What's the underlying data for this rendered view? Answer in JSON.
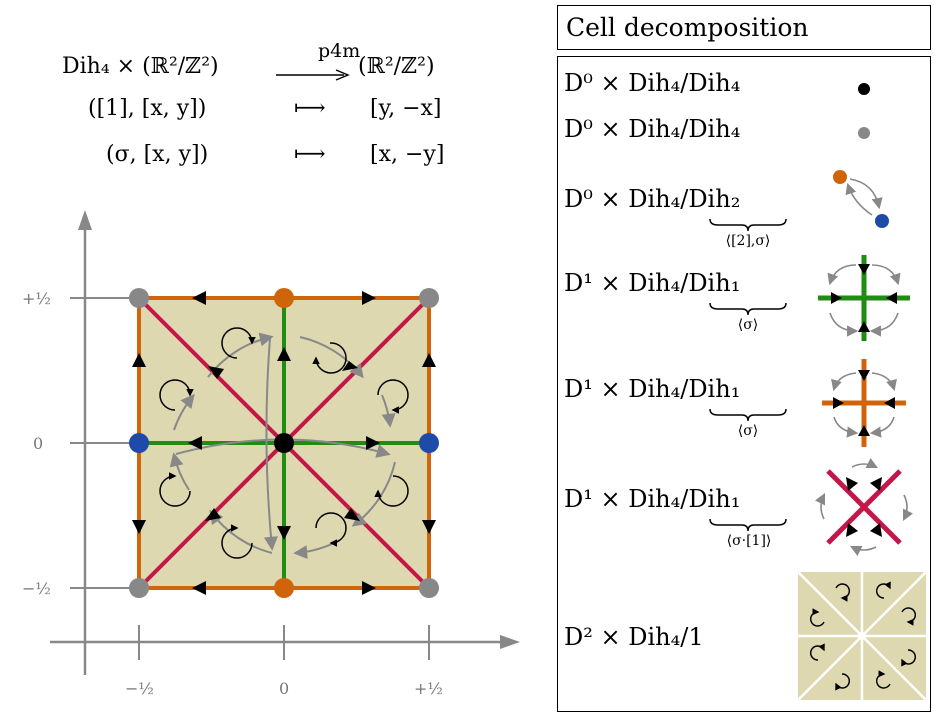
{
  "formula": {
    "row1_left": "Dih₄ × (ℝ²/ℤ²)",
    "row1_arrow_label": "p4m",
    "row1_right": "(ℝ²/ℤ²)",
    "row2_left": "([1], [x, y])",
    "row2_map": "⟼",
    "row2_right": "[y, −x]",
    "row3_left": "(σ, [x, y])",
    "row3_map": "⟼",
    "row3_right": "[x, −y]"
  },
  "axes": {
    "y_ticks": [
      "+½",
      "0",
      "−½"
    ],
    "x_ticks": [
      "−½",
      "0",
      "+½"
    ]
  },
  "colors": {
    "square_fill": "#ddd8b0",
    "orange": "#d0640a",
    "green": "#1f8c12",
    "red": "#c41648",
    "blue": "#1f4aa8",
    "gray": "#888888",
    "black": "#000000"
  },
  "table": {
    "title": "Cell decomposition",
    "rows": [
      {
        "label": "D⁰ × Dih₄/Dih₄",
        "cell": "0",
        "dot_color": "black"
      },
      {
        "label": "D⁰ × Dih₄/Dih₄",
        "cell": "0",
        "dot_color": "gray"
      },
      {
        "label": "D⁰ × Dih₄/Dih₂",
        "cell": "0",
        "brace_sub": "⟨[2],σ⟩"
      },
      {
        "label": "D¹ × Dih₄/Dih₁",
        "cell": "1",
        "brace_sub": "⟨σ⟩"
      },
      {
        "label": "D¹ × Dih₄/Dih₁",
        "cell": "1",
        "brace_sub": "⟨σ⟩"
      },
      {
        "label": "D¹ × Dih₄/Dih₁",
        "cell": "1",
        "brace_sub": "⟨σ·[1]⟩"
      },
      {
        "label": "D² × Dih₄/1",
        "cell": "2"
      }
    ]
  }
}
